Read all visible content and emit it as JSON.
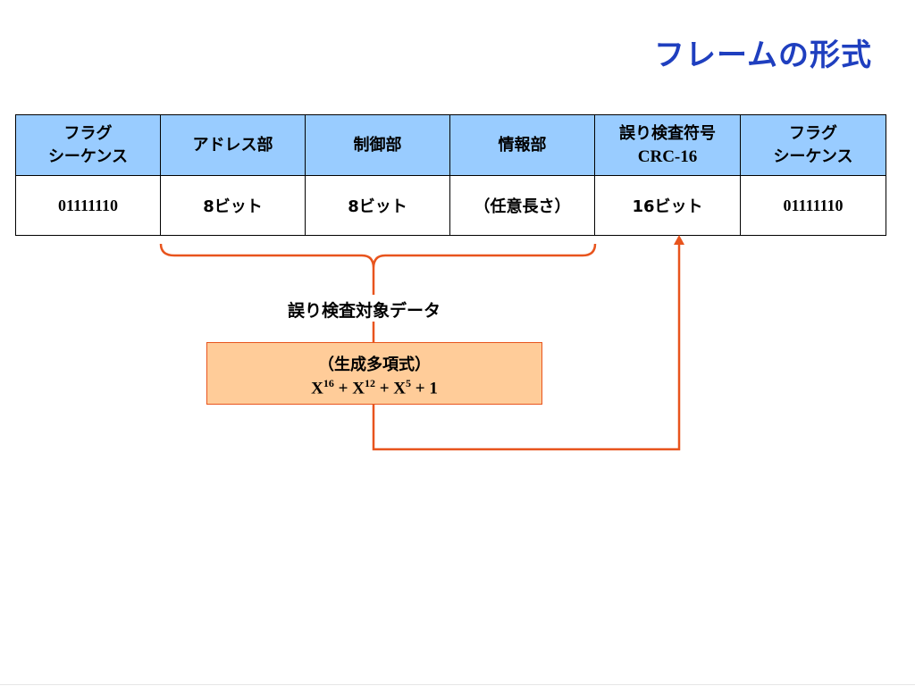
{
  "title": "フレームの形式",
  "frame": {
    "headers": [
      {
        "line1": "フラグ",
        "line2": "シーケンス"
      },
      {
        "line1": "アドレス部",
        "line2": ""
      },
      {
        "line1": "制御部",
        "line2": ""
      },
      {
        "line1": "情報部",
        "line2": ""
      },
      {
        "line1": "誤り検査符号",
        "line2": "CRC-16"
      },
      {
        "line1": "フラグ",
        "line2": "シーケンス"
      }
    ],
    "values": [
      "01111110",
      "8ビット",
      "8ビット",
      "（任意長さ）",
      "16ビット",
      "01111110"
    ]
  },
  "error_target_label": "誤り検査対象データ",
  "generator": {
    "label": "（生成多項式）",
    "terms": [
      {
        "base": "X",
        "exp": "16"
      },
      {
        "base": "X",
        "exp": "12"
      },
      {
        "base": "X",
        "exp": "5"
      }
    ],
    "constant": "1",
    "operator": "+"
  },
  "colors": {
    "title": "#1f3fbf",
    "header_fill": "#99ccff",
    "connector": "#e8541d",
    "generator_fill": "#ffcc99"
  }
}
